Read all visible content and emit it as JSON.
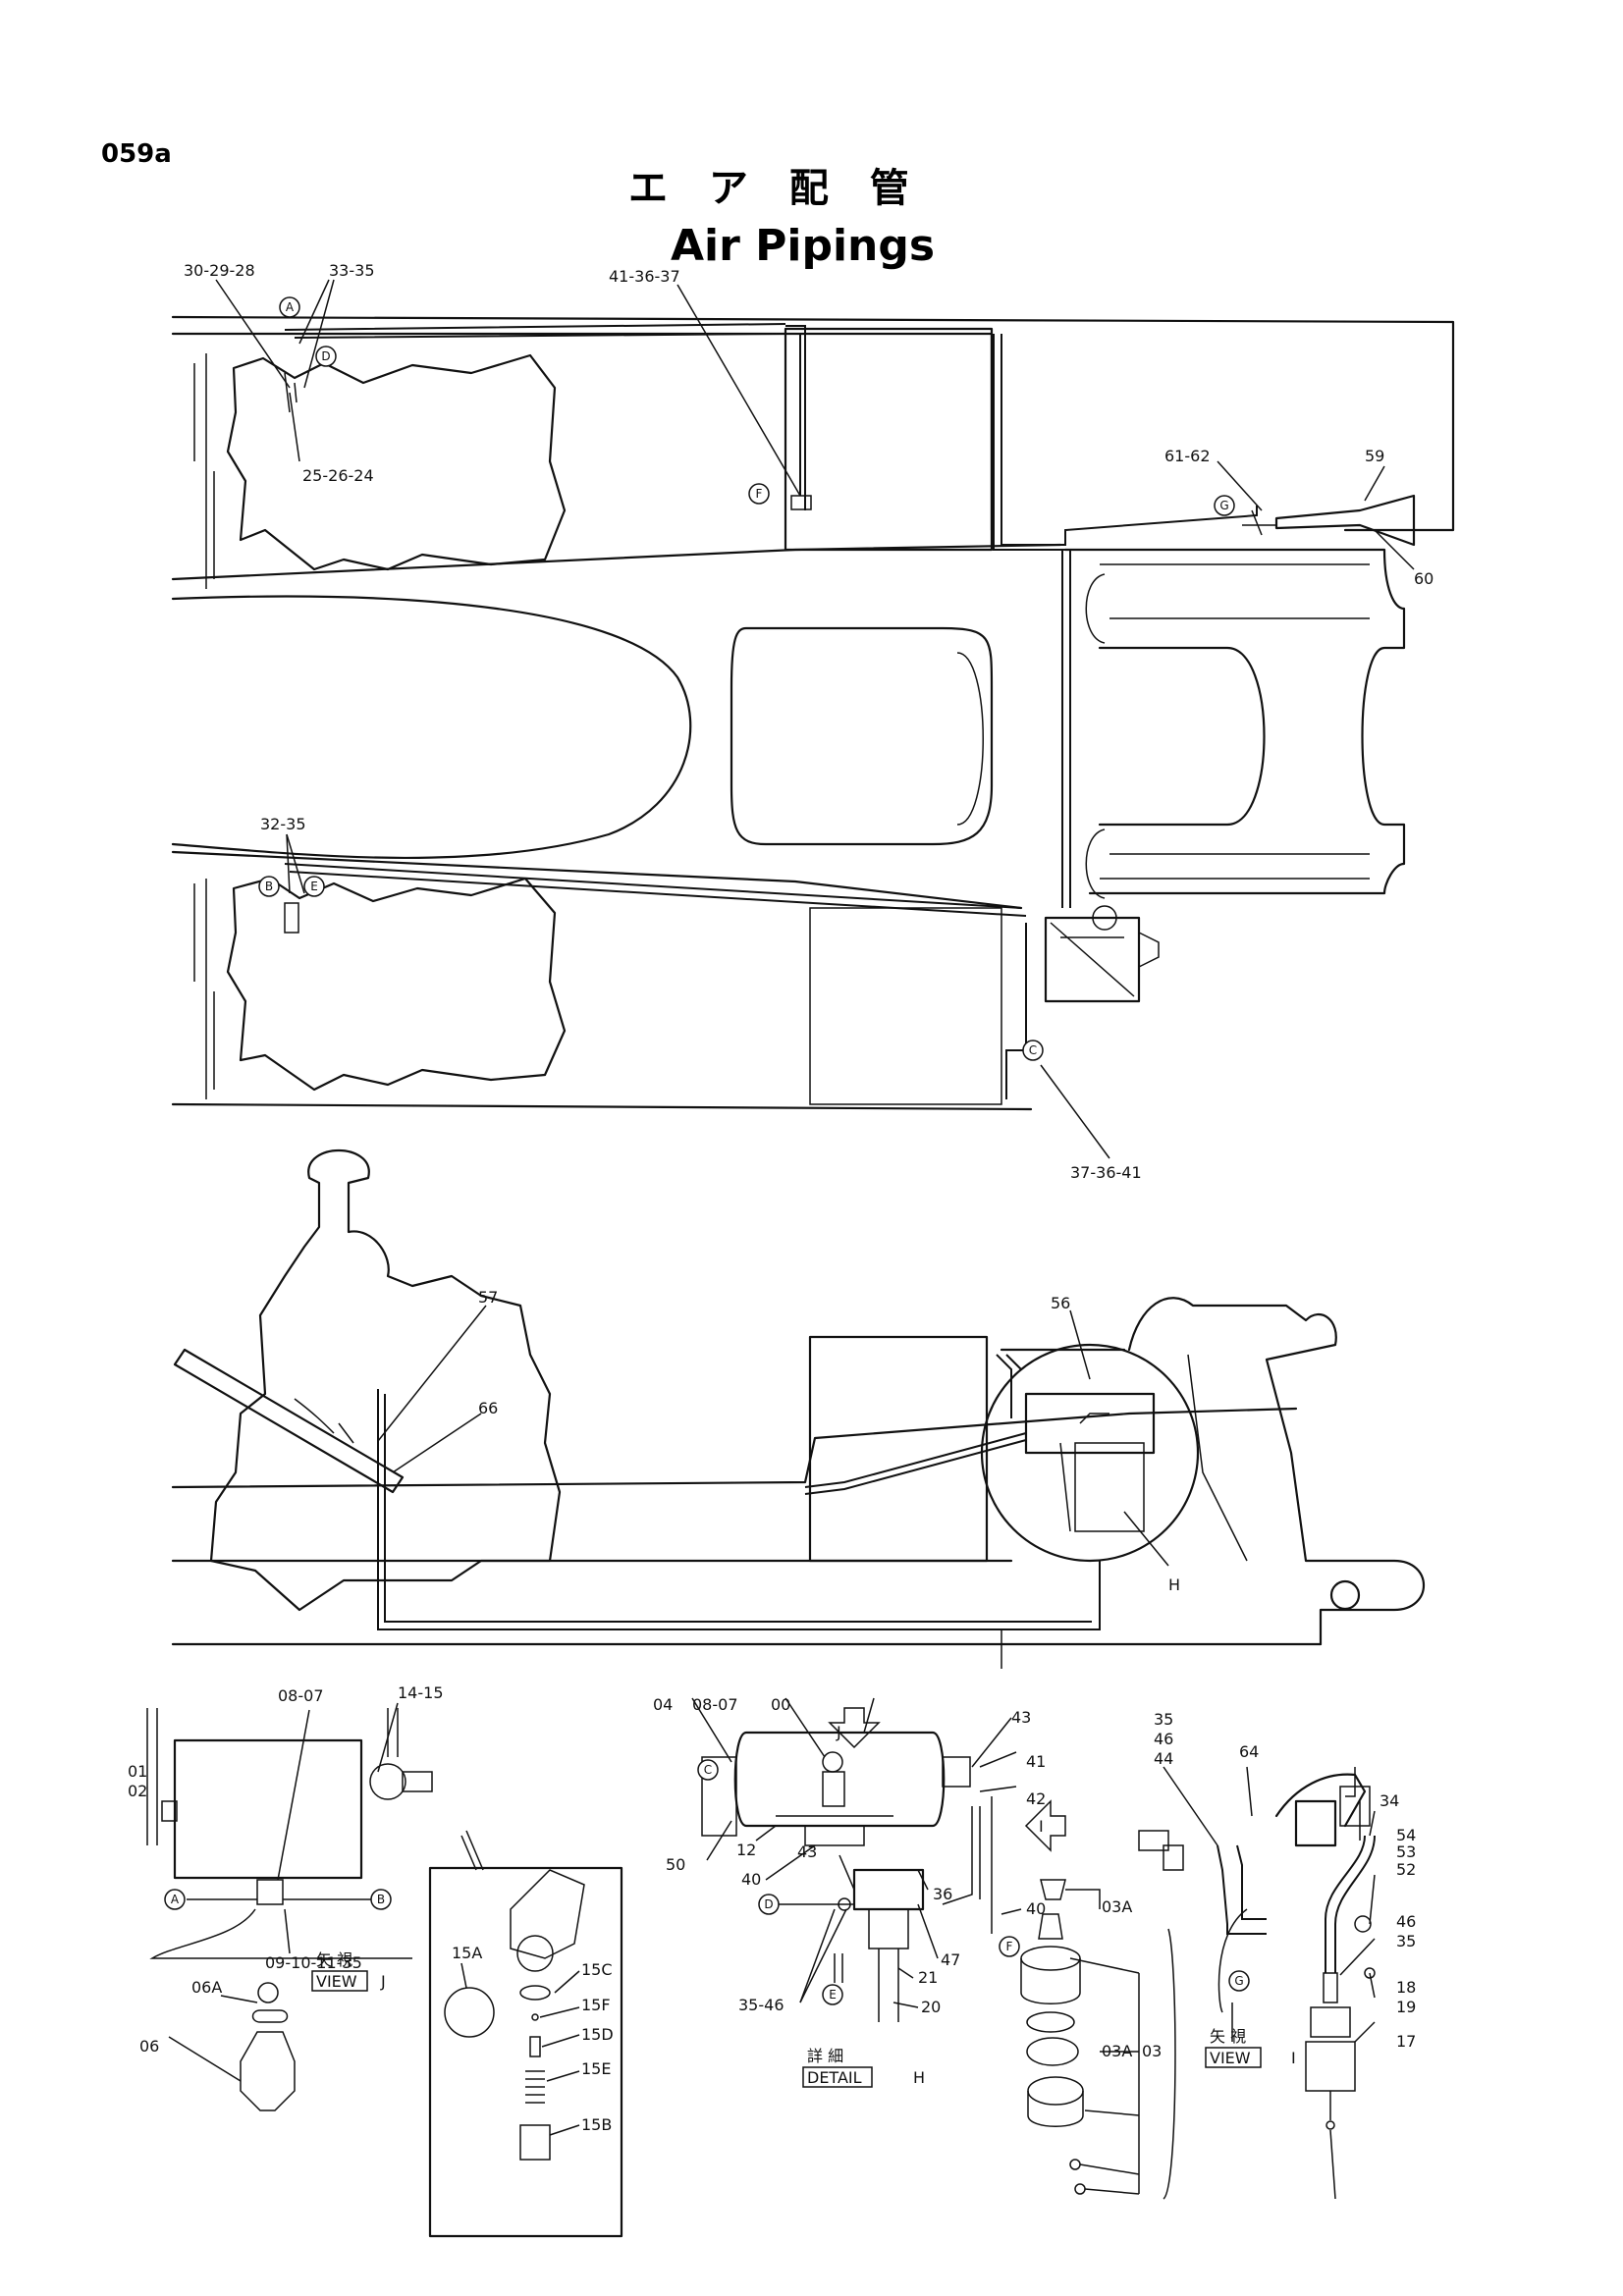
{
  "page_id": "059a",
  "title_jp": "エ ア 配 管",
  "title_en": "Air Pipings",
  "callouts": {
    "c_30_29_28": "30-29-28",
    "c_33_35": "33-35",
    "c_41_36_37": "41-36-37",
    "c_25_26_24": "25-26-24",
    "c_61_62": "61-62",
    "c_59": "59",
    "c_60": "60",
    "c_32_35": "32-35",
    "c_37_36_41": "37-36-41",
    "c_57": "57",
    "c_56": "56",
    "c_66": "66",
    "c_H": "H"
  },
  "circle_markers": [
    "A",
    "D",
    "F",
    "G",
    "B",
    "E",
    "C"
  ],
  "view_j": {
    "labels": [
      "08-07",
      "14-15",
      "01",
      "02",
      "09-10-11-35",
      "06A",
      "06",
      "15A",
      "15C",
      "15F",
      "15D",
      "15E",
      "15B"
    ],
    "caption_jp": "矢 視",
    "caption_en": "VIEW",
    "caption_letter": "J",
    "markers": [
      "A",
      "B"
    ]
  },
  "detail_h": {
    "labels": [
      "04",
      "08-07",
      "00",
      "43",
      "41",
      "42",
      "50",
      "12",
      "40",
      "40",
      "43",
      "36",
      "47",
      "35-46",
      "21",
      "20",
      "03A",
      "03A",
      "03"
    ],
    "caption_jp": "詳 細",
    "caption_en": "DETAIL",
    "caption_letter": "H",
    "arrow_j": "J",
    "arrow_i": "I",
    "markers": [
      "C",
      "D",
      "E",
      "F"
    ]
  },
  "view_i": {
    "labels": [
      "35",
      "46",
      "44",
      "64",
      "34",
      "54",
      "53",
      "52",
      "46",
      "35",
      "18",
      "19",
      "17"
    ],
    "caption_jp": "矢 視",
    "caption_en": "VIEW",
    "caption_letter": "I",
    "markers": [
      "G"
    ]
  }
}
